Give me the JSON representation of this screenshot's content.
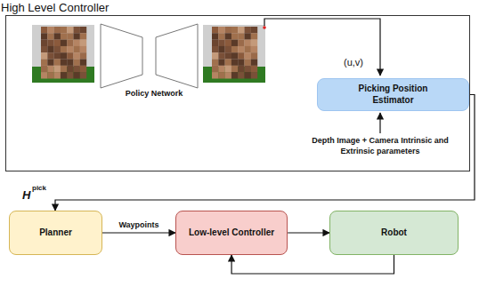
{
  "diagram": {
    "nodes": [
      {
        "text": [
          "High Level Controller"
        ]
      },
      {
        "text": [
          "Picking Position Estimator"
        ],
        "in": 0
      },
      {
        "text": [
          "Planner"
        ]
      },
      {
        "text": [
          "Low-level Controller"
        ]
      },
      {
        "text": [
          "Robot"
        ]
      }
    ],
    "edges": [
      {
        "from": 1,
        "to": 2,
        "arrow": "to"
      },
      {
        "from": 2,
        "to": 3,
        "label": "Waypoints",
        "arrow": "to"
      },
      {
        "from": 3,
        "to": 4,
        "arrow": "to"
      },
      {
        "from": 4,
        "to": 3,
        "arrow": "to"
      }
    ],
    "labels": [
      "Policy Network",
      "(u,v)",
      "Depth Image + Camera Intrinsic and Extrinsic parameters",
      "H",
      "pick"
    ]
  }
}
